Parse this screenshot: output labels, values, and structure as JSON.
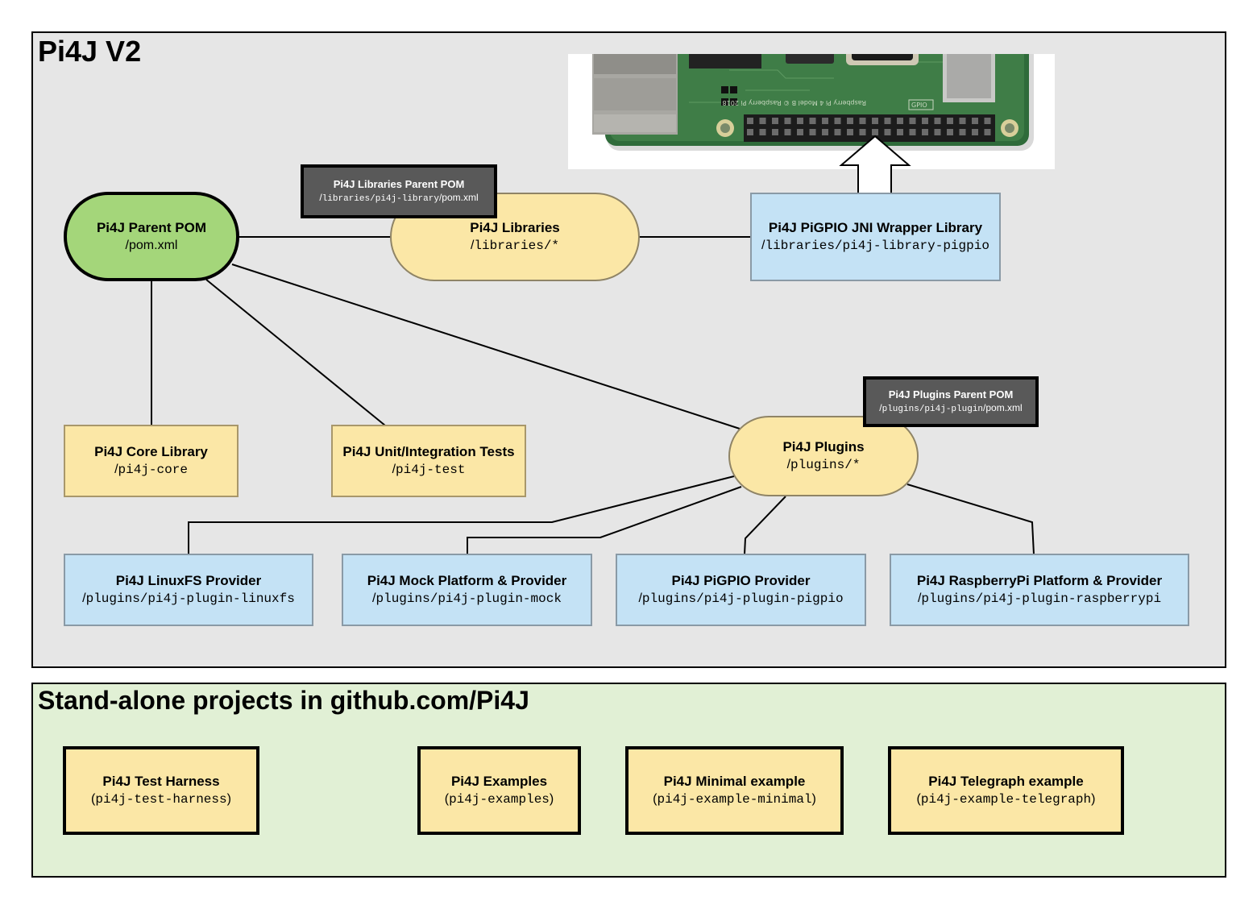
{
  "main_panel": {
    "title": "Pi4J V2"
  },
  "standalone_panel": {
    "title": "Stand-alone projects in github.com/Pi4J"
  },
  "nodes": {
    "parent_pom": {
      "title": "Pi4J Parent POM",
      "path": "/pom.xml"
    },
    "libraries": {
      "title": "Pi4J Libraries",
      "path_slash": "/",
      "path": "libraries/*"
    },
    "pigpio_jni": {
      "title": "Pi4J PiGPIO JNI Wrapper Library",
      "path_slash": "/",
      "path": "libraries/pi4j-library-pigpio"
    },
    "core": {
      "title": "Pi4J Core Library",
      "path_slash": "/",
      "path": "pi4j-core"
    },
    "tests": {
      "title": "Pi4J Unit/Integration Tests",
      "path_slash": "/",
      "path": "pi4j-test"
    },
    "plugins": {
      "title": "Pi4J Plugins",
      "path_slash": "/",
      "path": "plugins/*"
    },
    "linuxfs": {
      "title": "Pi4J LinuxFS Provider",
      "path_slash": "/",
      "path": "plugins/pi4j-plugin-linuxfs"
    },
    "mock": {
      "title": "Pi4J Mock Platform & Provider",
      "path_slash": "/",
      "path": "plugins/pi4j-plugin-mock"
    },
    "pigpio_provider": {
      "title": "Pi4J PiGPIO Provider",
      "path_slash": "/",
      "path": "plugins/pi4j-plugin-pigpio"
    },
    "raspberrypi": {
      "title": "Pi4J RaspberryPi Platform & Provider",
      "path_slash": "/",
      "path": "plugins/pi4j-plugin-raspberrypi"
    }
  },
  "labels": {
    "libraries_parent": {
      "title": "Pi4J Libraries Parent POM",
      "path_slash": "/",
      "path_mono": "libraries/pi4j-library",
      "path_tail": "/pom.xml"
    },
    "plugins_parent": {
      "title": "Pi4J Plugins Parent POM",
      "path_slash": "/",
      "path_mono": "plugins/pi4j-plugin",
      "path_tail": "/pom.xml"
    }
  },
  "standalone": [
    {
      "title": "Pi4J Test Harness",
      "open": "(",
      "path": "pi4j-test-harness",
      "close": ")"
    },
    {
      "title": "Pi4J Examples",
      "open": "(",
      "path": "pi4j-examples",
      "close": ")"
    },
    {
      "title": "Pi4J Minimal example",
      "open": "(",
      "path": "pi4j-example-minimal",
      "close": ")"
    },
    {
      "title": "Pi4J Telegraph example",
      "open": "(",
      "path": "pi4j-example-telegraph",
      "close": ")"
    }
  ],
  "photo": {
    "board_print": "Raspberry Pi 4 Model B © Raspberry Pi 2018",
    "gpio_print": "GPIO"
  },
  "colors": {
    "main_bg": "#e6e6e6",
    "standalone_bg": "#e1f0d5",
    "green": "#a4d67a",
    "yellow": "#fbe7a6",
    "blue": "#c4e2f5",
    "dark_label": "#595959",
    "pcb": "#2f6b3a"
  }
}
